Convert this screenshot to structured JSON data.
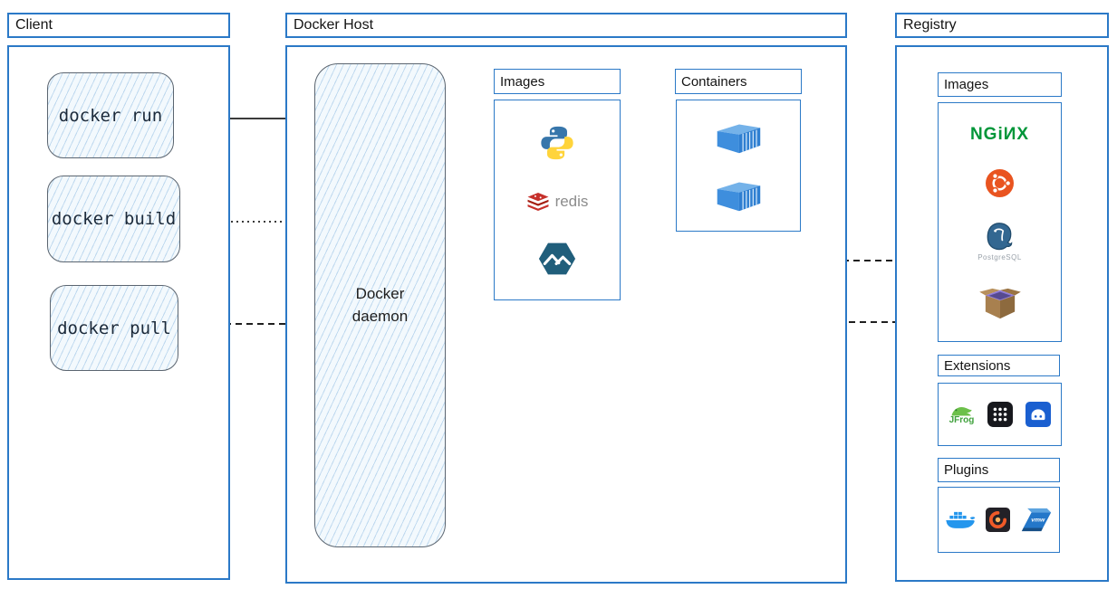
{
  "client": {
    "title": "Client",
    "commands": [
      {
        "label": "docker run"
      },
      {
        "label": "docker build"
      },
      {
        "label": "docker pull"
      }
    ]
  },
  "docker_host": {
    "title": "Docker Host",
    "daemon_label": "Docker\ndaemon",
    "images_panel": {
      "title": "Images",
      "items": [
        "python-logo",
        "redis-logo",
        "alpine-logo"
      ]
    },
    "containers_panel": {
      "title": "Containers",
      "items": [
        "container-icon",
        "container-icon"
      ]
    }
  },
  "registry": {
    "title": "Registry",
    "images_panel": {
      "title": "Images",
      "items": [
        "nginx-logo",
        "ubuntu-logo",
        "postgresql-logo",
        "busybox-logo"
      ]
    },
    "extensions_panel": {
      "title": "Extensions",
      "items": [
        "jfrog-logo",
        "app-grid-icon",
        "disk-app-icon"
      ]
    },
    "plugins_panel": {
      "title": "Plugins",
      "items": [
        "docker-whale-logo",
        "grafana-logo",
        "vmware-logo"
      ]
    }
  },
  "logos": {
    "nginx_text": "NGiИX",
    "redis_text": "redis",
    "postgresql_text": "PostgreSQL",
    "jfrog_text": "JFrog",
    "vmware_text": "vmw"
  },
  "arrows": [
    {
      "name": "docker-run-to-daemon",
      "from": "docker run",
      "to": "Docker daemon",
      "style": "solid"
    },
    {
      "name": "daemon-to-images",
      "from": "Docker daemon",
      "to": "Images",
      "style": "solid"
    },
    {
      "name": "images-to-containers",
      "from": "Images",
      "to": "Containers",
      "style": "solid"
    },
    {
      "name": "docker-build-to-daemon",
      "from": "docker build",
      "to": "Docker daemon",
      "style": "dotted"
    },
    {
      "name": "daemon-to-images-build",
      "from": "Docker daemon",
      "to": "Images",
      "style": "dotted"
    },
    {
      "name": "registry-images-to-host-images",
      "from": "Registry Images",
      "to": "Docker Host Images",
      "style": "dashed"
    },
    {
      "name": "docker-pull-to-daemon",
      "from": "docker pull",
      "to": "Docker daemon",
      "style": "dashed"
    },
    {
      "name": "daemon-to-registry",
      "from": "Docker daemon",
      "to": "Registry Images",
      "style": "dashed"
    }
  ],
  "colors": {
    "frame_blue": "#2b79c7",
    "sketch_fill": "#f3f9fd",
    "arrow": "#1f1f1f",
    "nginx_green": "#009639",
    "ubuntu_orange": "#E95420",
    "docker_blue": "#2496ed"
  }
}
